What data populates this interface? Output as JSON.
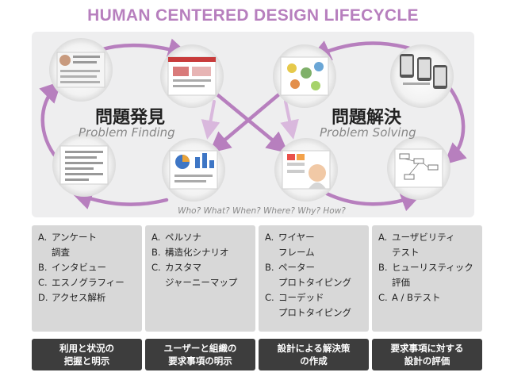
{
  "title": "HUMAN CENTERED DESIGN LIFECYCLE",
  "left_heading": "問題発見",
  "left_sub": "Problem Finding",
  "right_heading": "問題解決",
  "right_sub": "Problem Solving",
  "questions": "Who? What? When? Where? Why? How?",
  "colors": {
    "accent": "#b77fbe",
    "label_bg": "#3d3d3d",
    "card_bg": "#d8d8d8",
    "panel_bg": "#eeeeef"
  },
  "columns": [
    {
      "items": [
        {
          "mark": "A.",
          "text": "アンケート\n調査"
        },
        {
          "mark": "B.",
          "text": "インタビュー"
        },
        {
          "mark": "C.",
          "text": "エスノグラフィー"
        },
        {
          "mark": "D.",
          "text": "アクセス解析"
        }
      ],
      "label": "利用と状況の\n把握と明示"
    },
    {
      "items": [
        {
          "mark": "A.",
          "text": "ペルソナ"
        },
        {
          "mark": "B.",
          "text": "構造化シナリオ"
        },
        {
          "mark": "C.",
          "text": "カスタマ\nジャーニーマップ"
        }
      ],
      "label": "ユーザーと組織の\n要求事項の明示"
    },
    {
      "items": [
        {
          "mark": "A.",
          "text": "ワイヤー\nフレーム"
        },
        {
          "mark": "B.",
          "text": "ペーター\nプロトタイピング"
        },
        {
          "mark": "C.",
          "text": "コーデッド\nプロトタイピング"
        }
      ],
      "label": "設計による解決策\nの作成"
    },
    {
      "items": [
        {
          "mark": "A.",
          "text": "ユーザビリティ\nテスト"
        },
        {
          "mark": "B.",
          "text": "ヒューリスティック\n評価"
        },
        {
          "mark": "C.",
          "text": "A / Bテスト"
        }
      ],
      "label": "要求事項に対する\n設計の評価"
    }
  ]
}
